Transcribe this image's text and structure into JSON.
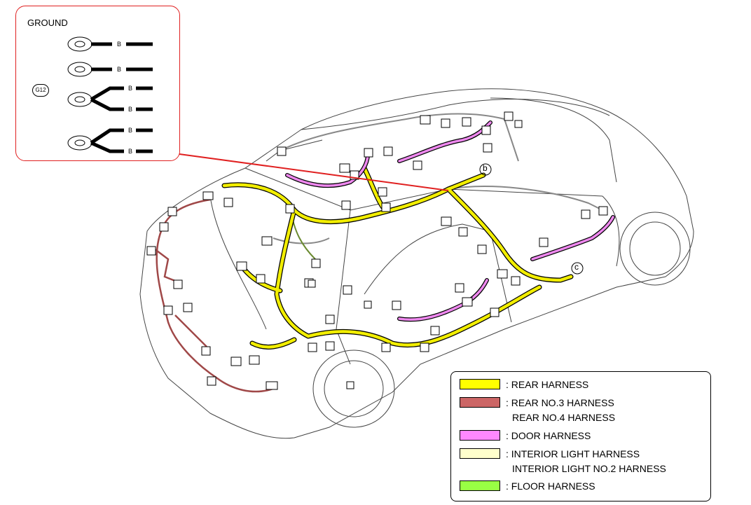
{
  "ground": {
    "title": "GROUND",
    "connector_id": "G12",
    "terminal_label": "B"
  },
  "callouts": {
    "b": "b",
    "c": "c"
  },
  "legend": {
    "items": [
      {
        "color": "#ffff00",
        "lines": [
          ": REAR HARNESS"
        ]
      },
      {
        "color": "#cc6666",
        "lines": [
          ": REAR NO.3 HARNESS",
          "REAR NO.4 HARNESS"
        ]
      },
      {
        "color": "#ff88ff",
        "lines": [
          ": DOOR HARNESS"
        ]
      },
      {
        "color": "#ffffcc",
        "lines": [
          ": INTERIOR LIGHT HARNESS",
          "INTERIOR LIGHT NO.2 HARNESS"
        ]
      },
      {
        "color": "#99ff44",
        "lines": [
          ": FLOOR HARNESS"
        ]
      }
    ]
  },
  "colors": {
    "rear": "#f2ee00",
    "rear_no3": "#a04848",
    "door": "#d070d0",
    "interior": "#eeeebb",
    "floor": "#6a8a30",
    "leader": "#e02020"
  }
}
